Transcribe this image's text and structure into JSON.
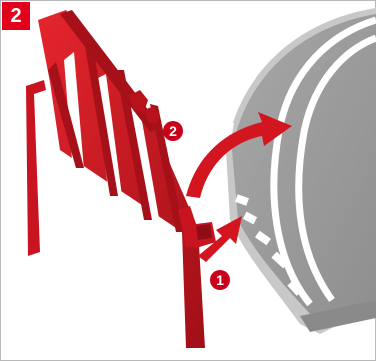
{
  "step": {
    "number": "2"
  },
  "callouts": [
    {
      "label": "1"
    },
    {
      "label": "2"
    }
  ],
  "colors": {
    "accent": "#e2001a",
    "badge": "#c8001a",
    "part_dark": "#9e0f16",
    "part_mid": "#cc1220",
    "part_light": "#e0242c",
    "surface_top": "#9a9a9a",
    "surface_side": "#c6c6c6",
    "surface_edge": "#8a8a8a",
    "marking": "#ffffff",
    "frame_border": "#b8b8b8"
  },
  "icons": [
    "curved-arrow-icon",
    "insert-arrow-icon"
  ]
}
